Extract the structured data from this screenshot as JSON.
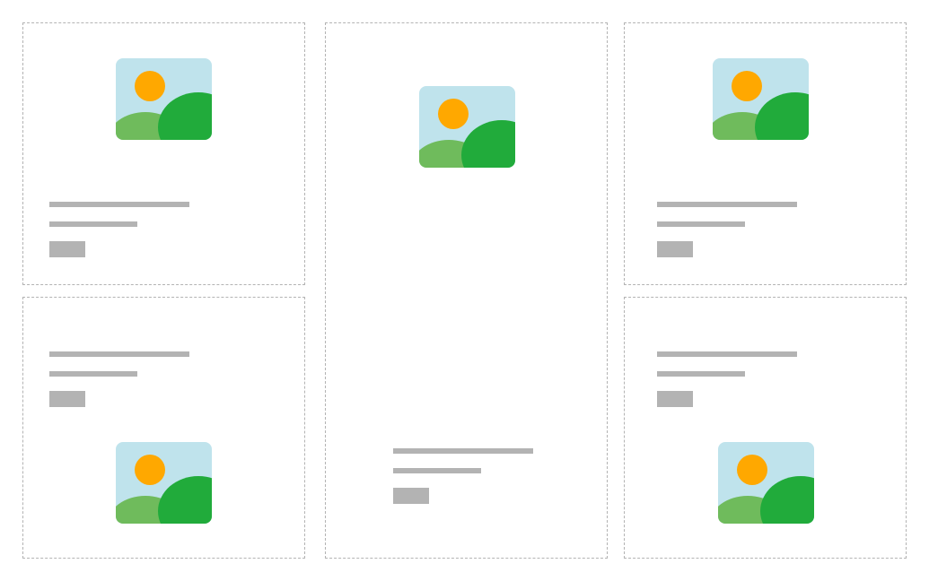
{
  "layout_name": "card-grid-wireframe",
  "colors": {
    "border": "#b3b3b3",
    "placeholder": "#b3b3b3",
    "sky": "#bfe3ec",
    "sun": "#ffa800",
    "hill_back": "#6fbb5c",
    "hill_front": "#21ab3b"
  },
  "cards": [
    {
      "id": "top-left",
      "icon": "image-placeholder-icon",
      "image_position": "top"
    },
    {
      "id": "bottom-left",
      "icon": "image-placeholder-icon",
      "image_position": "bottom"
    },
    {
      "id": "center-tall",
      "icon": "image-placeholder-icon",
      "image_position": "top"
    },
    {
      "id": "top-right",
      "icon": "image-placeholder-icon",
      "image_position": "top"
    },
    {
      "id": "bottom-right",
      "icon": "image-placeholder-icon",
      "image_position": "bottom"
    }
  ]
}
